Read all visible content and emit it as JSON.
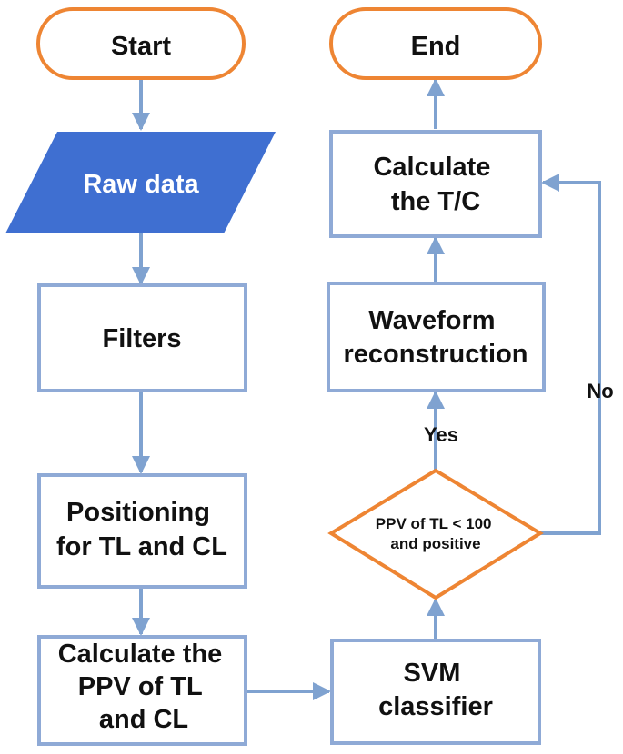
{
  "diagram": {
    "nodes": {
      "start": {
        "label": "Start"
      },
      "end": {
        "label": "End"
      },
      "raw_data": {
        "label": "Raw data"
      },
      "filters": {
        "label": "Filters"
      },
      "positioning": {
        "line1": "Positioning",
        "line2": "for TL and CL"
      },
      "calc_ppv": {
        "line1": "Calculate the",
        "line2": "PPV of TL",
        "line3": "and CL"
      },
      "svm": {
        "line1": "SVM",
        "line2": "classifier"
      },
      "decision": {
        "line1": "PPV of TL < 100",
        "line2": "and positive"
      },
      "waveform": {
        "line1": "Waveform",
        "line2": "reconstruction"
      },
      "calc_tc": {
        "line1": "Calculate",
        "line2": "the T/C"
      }
    },
    "edges": {
      "yes": "Yes",
      "no": "No"
    },
    "colors": {
      "arrow": "#7fa2d0",
      "box_stroke": "#8faad6",
      "terminal_stroke": "#ee8533",
      "io_fill": "#3f6fd1",
      "decision_stroke": "#ee8533"
    }
  }
}
